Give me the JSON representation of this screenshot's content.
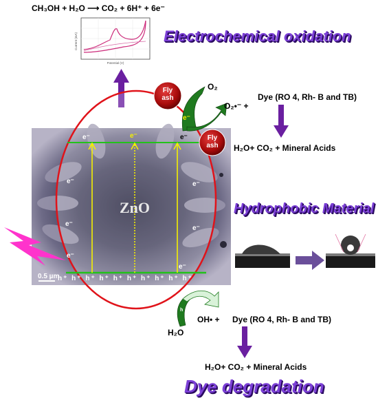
{
  "equations": {
    "methanol_oxidation": "CH₃OH + H₂O ⟶ CO₂ + 6H⁺ + 6e⁻"
  },
  "titles": {
    "electrochemical": "Electrochemical oxidation",
    "hydrophobic": "Hydrophobic Material",
    "dye_degradation": "Dye degradation"
  },
  "species": {
    "o2": "O₂",
    "superoxide": "O₂•⁻ +",
    "hydroxyl": "OH• +",
    "h2o": "H₂O",
    "electron": "e⁻",
    "hole": "h⁺",
    "hole_short": "h"
  },
  "dye": "Dye (RO 4, Rh- B and TB)",
  "products": "H₂O+ CO₂ + Mineral Acids",
  "fly_ash": "Fly ash",
  "material": "ZnO",
  "scale_bar": "0.5 µm",
  "cv_inset": {
    "ylabel": "Current (mA)",
    "xlabel": "Potential (V)"
  },
  "colors": {
    "title_purple": "#7b3fd6",
    "arrow_purple": "#6a1fa0",
    "ellipse_red": "#e0131a",
    "band_green": "#22c21a",
    "electron_yellow": "#f5f000",
    "green_arrow": "#1f7a1f",
    "light_flash": "#ff33cc",
    "fly_ash_red": "#b51010"
  }
}
